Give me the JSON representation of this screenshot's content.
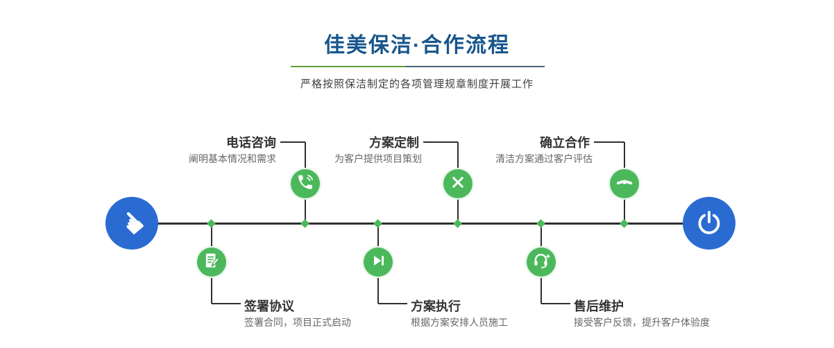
{
  "title": "佳美保洁·合作流程",
  "subtitle": "严格按照保洁制定的各项管理规章制度开展工作",
  "icons": {
    "hand": "☚"
  },
  "colors": {
    "primary_blue": "#2a6bd2",
    "accent_green": "#4cb85c",
    "title_blue": "#17568c",
    "line_dark": "#2e2e2e"
  },
  "steps_top": [
    {
      "title": "电话咨询",
      "desc": "阐明基本情况和需求",
      "icon": "phone-icon"
    },
    {
      "title": "方案定制",
      "desc": "为客户提供项目策划",
      "icon": "design-tools-icon"
    },
    {
      "title": "确立合作",
      "desc": "清洁方案通过客户评估",
      "icon": "handshake-icon"
    }
  ],
  "steps_bottom": [
    {
      "title": "签署协议",
      "desc": "签署合同，项目正式启动",
      "icon": "contract-icon"
    },
    {
      "title": "方案执行",
      "desc": "根据方案安排人员施工",
      "icon": "play-icon"
    },
    {
      "title": "售后维护",
      "desc": "接受客户反馈，提升客户体验度",
      "icon": "headset-icon"
    }
  ]
}
